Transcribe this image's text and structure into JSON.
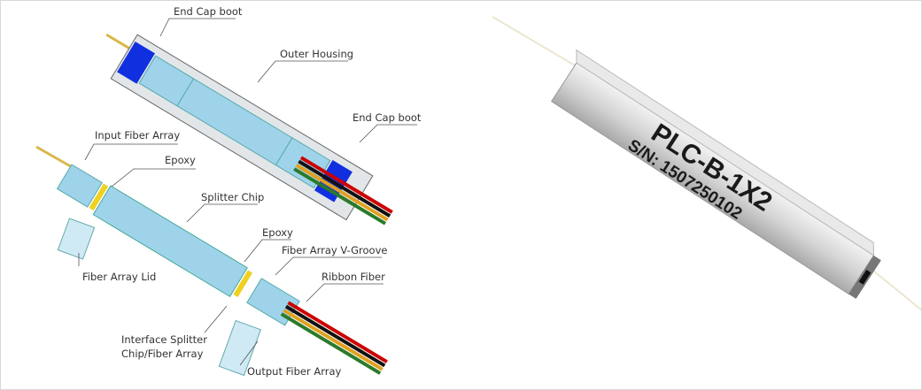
{
  "diagram": {
    "labels": {
      "end_cap_boot_top": "End Cap boot",
      "outer_housing": "Outer Housing",
      "end_cap_boot_right": "End Cap boot",
      "input_fiber_array": "Input Fiber Array",
      "epoxy_1": "Epoxy",
      "splitter_chip": "Splitter Chip",
      "epoxy_2": "Epoxy",
      "fiber_array_v_groove": "Fiber Array V-Groove",
      "ribbon_fiber": "Ribbon Fiber",
      "fiber_array_lid": "Fiber Array Lid",
      "interface_line1": "Interface Splitter",
      "interface_line2": "Chip/Fiber Array",
      "output_fiber_array": "Output Fiber Array"
    }
  },
  "photo": {
    "model": "PLC-B-1X2",
    "serial": "S/N: 1507250102"
  },
  "colors": {
    "glass": "#9fd3ea",
    "boot": "#1030e0",
    "epoxy": "#f0d020",
    "fiber": "#d9b84a"
  }
}
